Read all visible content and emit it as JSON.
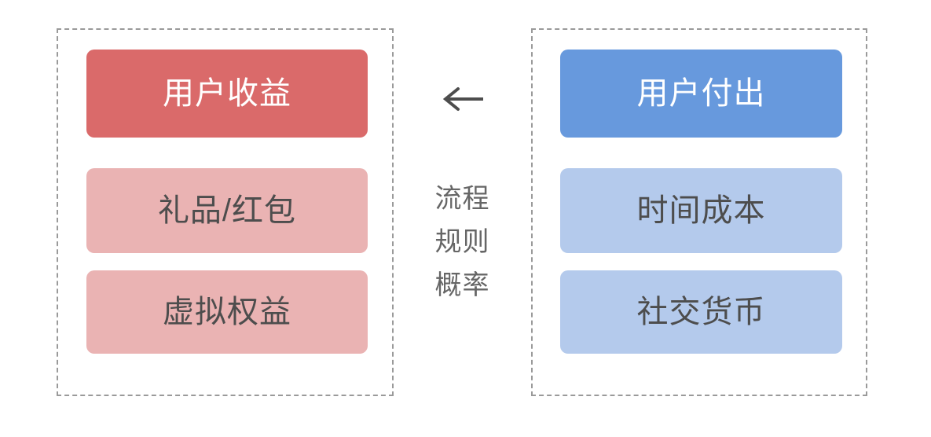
{
  "diagram": {
    "type": "two-column-comparison",
    "background_color": "#ffffff",
    "frame_border_color": "#9a9a9a",
    "groups": [
      {
        "id": "benefit",
        "side": "left",
        "accent_color": "#da6a6a",
        "accent_light_color": "#eab3b3",
        "header": {
          "label": "用户收益",
          "text_color": "#ffffff"
        },
        "children": [
          {
            "label": "礼品/红包",
            "text_color": "#4d4d4d"
          },
          {
            "label": "虚拟权益",
            "text_color": "#4d4d4d"
          }
        ]
      },
      {
        "id": "cost",
        "side": "right",
        "accent_color": "#6799dd",
        "accent_light_color": "#b4caec",
        "header": {
          "label": "用户付出",
          "text_color": "#ffffff"
        },
        "children": [
          {
            "label": "时间成本",
            "text_color": "#4d4d4d"
          },
          {
            "label": "社交货币",
            "text_color": "#4d4d4d"
          }
        ]
      }
    ],
    "connector": {
      "arrow_icon": "arrow-left-icon",
      "arrow_direction": "left",
      "arrow_color": "#4d4d4d",
      "labels": [
        "流程",
        "规则",
        "概率"
      ],
      "label_color": "#666666"
    }
  }
}
